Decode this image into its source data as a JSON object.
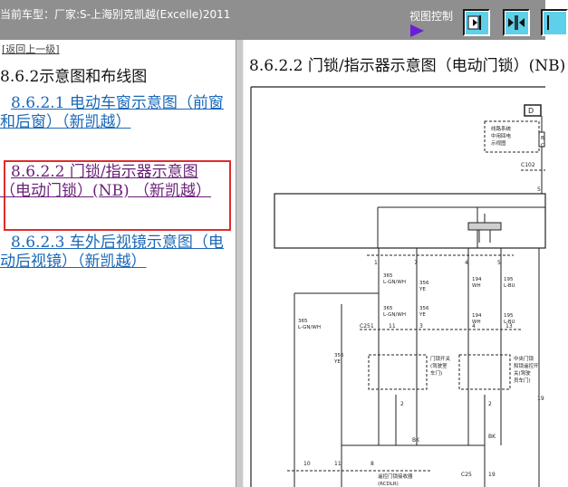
{
  "header": {
    "car_title": "当前车型：厂家:S-上海别克凯越(Excelle)2011",
    "view_control_label": "视图控制"
  },
  "colors": {
    "toolbar_bg": "#8f8f8f",
    "button_face": "#5fd0ea",
    "link": "#1a68b8",
    "visited_link": "#6a1f78",
    "highlight": "#e22b2b",
    "play": "#6a1fd6"
  },
  "icons": {
    "play": "play-triangle-icon",
    "buttons": [
      "show-left-pane-icon",
      "split-view-icon",
      "hide-left-pane-icon"
    ]
  },
  "left_pane": {
    "back_link": "[返回上一级]",
    "section_title": "8.6.2示意图和布线图",
    "links": [
      "8.6.2.1 电动车窗示意图（前窗和后窗）（新凯越）",
      "8.6.2.2 门锁/指示器示意图（电动门锁）(NB) （新凯越）",
      "8.6.2.3 车外后视镜示意图（电动后视镜）（新凯越）"
    ],
    "selected_index": 1
  },
  "right_pane": {
    "title": "8.6.2.2 门锁/指示器示意图（电动门锁）(NB)",
    "diagram": {
      "connectors": [
        "C102",
        "C251",
        "C251"
      ],
      "wires": {
        "w365_gnwh": [
          "365",
          "L-GN/WH"
        ],
        "w356_ye": [
          "356",
          "YE"
        ],
        "w194_wh": [
          "194",
          "WH"
        ],
        "w195_lbu": [
          "195",
          "L-BU"
        ],
        "w365_gnwh_lower": [
          "365",
          "L-GN/WH"
        ],
        "w356_ye_lower": [
          "356",
          "YE"
        ],
        "w365_gnwh_left": [
          "365",
          "L-GN/WH"
        ],
        "w356_ye_left": [
          "356",
          "YE"
        ],
        "w194_wh_lower": [
          "194",
          "WH"
        ],
        "w195_lbu_lower": [
          "195",
          "L-BU"
        ]
      },
      "pins": {
        "top_d": "D",
        "c102_5": "5",
        "p1": "1",
        "p7": "7",
        "p4": "4",
        "p5": "5",
        "c251_11": "11",
        "c251_3": "3",
        "c251_4": "4",
        "c251_13": "13",
        "sw1_2": "2",
        "sw2_2": "2",
        "bottom_10": "10",
        "bottom_11": "11",
        "bottom_8": "8",
        "bottom_19": "19",
        "right_19": "19"
      },
      "labels": {
        "top_box": [
          "线路系统",
          "中用回电",
          "示视图"
        ],
        "right_box_top": [
          "B",
          "C"
        ],
        "switch1": [
          "门锁开关",
          "(驾驶室",
          "车门)"
        ],
        "switch2": [
          "中央门锁",
          "和锁遥控开",
          "关(驾驶",
          "员车门)"
        ],
        "bk_1": "BK",
        "bk_2": "BK",
        "bottom_module": [
          "遥控门锁接收器",
          "(RCDLR)"
        ],
        "bottom_c": "C25"
      }
    }
  }
}
